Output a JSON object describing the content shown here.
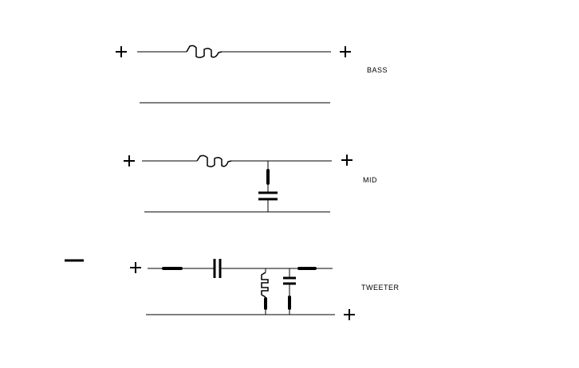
{
  "labels": {
    "bass": "BASS",
    "mid": "MID",
    "tweeter": "TWEETER"
  }
}
